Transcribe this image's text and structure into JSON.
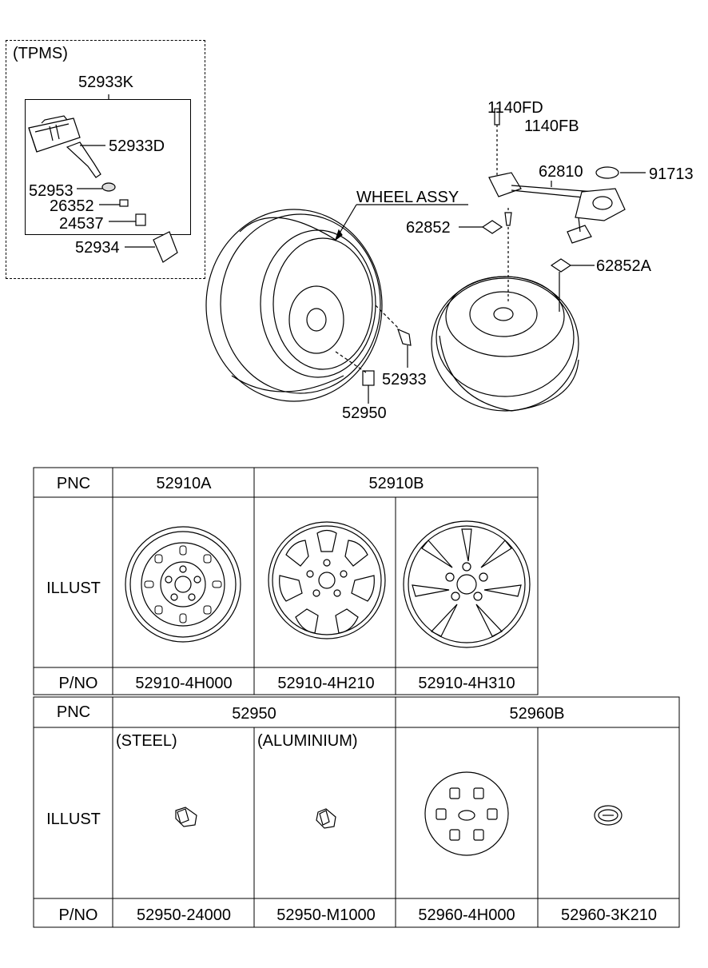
{
  "diagram": {
    "tpms_group_label": "(TPMS)",
    "callouts": {
      "p52933K": "52933K",
      "p52933D": "52933D",
      "p52953": "52953",
      "p26352": "26352",
      "p24537": "24537",
      "p52934": "52934",
      "wheel_assy": "WHEEL ASSY",
      "p1140FD": "1140FD",
      "p1140FB": "1140FB",
      "p62810": "62810",
      "p91713": "91713",
      "p62852": "62852",
      "p62852A": "62852A",
      "p52933": "52933",
      "p52950": "52950"
    }
  },
  "table_top": {
    "row_labels": {
      "pnc": "PNC",
      "illust": "ILLUST",
      "pno": "P/NO"
    },
    "pnc_values": [
      "52910A",
      "52910B"
    ],
    "part_numbers": [
      "52910-4H000",
      "52910-4H210",
      "52910-4H310"
    ],
    "illustrations": [
      "steel-wheel-icon",
      "alloy-wheel-7-spoke-icon",
      "alloy-wheel-split-spoke-icon"
    ]
  },
  "table_bottom": {
    "row_labels": {
      "pnc": "PNC",
      "illust": "ILLUST",
      "pno": "P/NO"
    },
    "pnc_values": [
      "52950",
      "52960B"
    ],
    "material_labels": [
      "(STEEL)",
      "(ALUMINIUM)"
    ],
    "part_numbers": [
      "52950-24000",
      "52950-M1000",
      "52960-4H000",
      "52960-3K210"
    ],
    "illustrations": [
      "lug-nut-icon",
      "lug-nut-icon",
      "wheel-cap-icon",
      "center-cap-logo-icon"
    ]
  }
}
